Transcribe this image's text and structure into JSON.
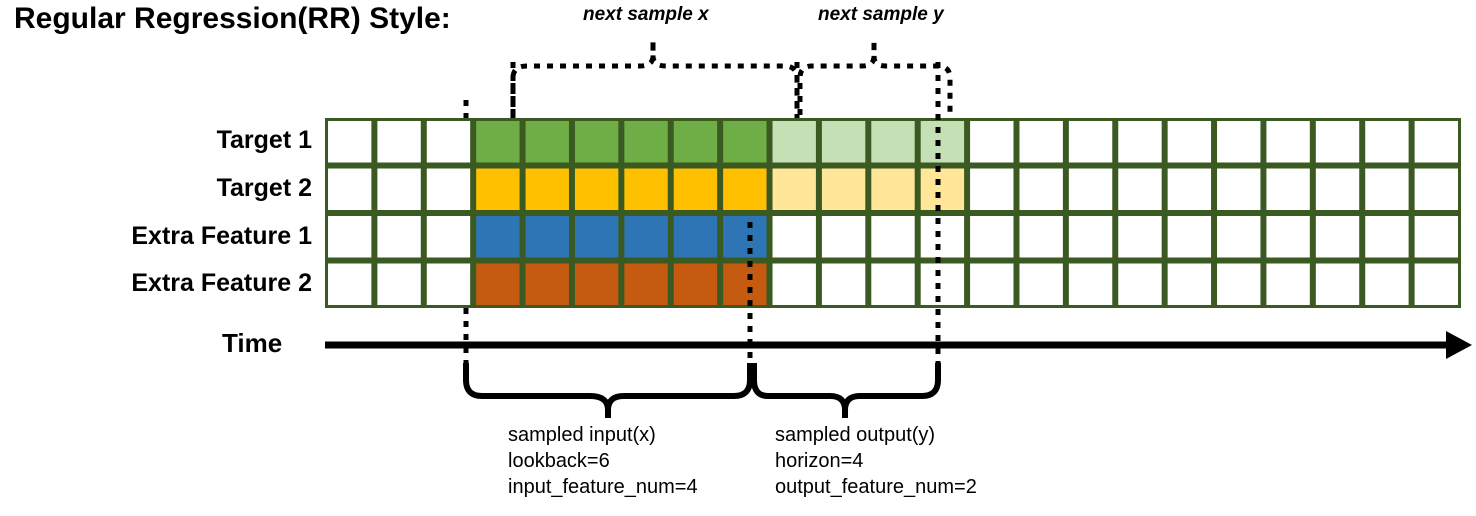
{
  "title": "Regular Regression(RR) Style:",
  "colors": {
    "grid_border": "#3a5a22",
    "target1": "#6fad46",
    "target1_light": "#c5e0b4",
    "target2": "#ffc000",
    "target2_light": "#ffe699",
    "extra1": "#2e75b6",
    "extra2": "#c55a11",
    "empty": "#ffffff",
    "line": "#000000"
  },
  "grid": {
    "columns": 23,
    "rows": [
      {
        "label": "Target 1",
        "cells": [
          "empty",
          "empty",
          "empty",
          "target1",
          "target1",
          "target1",
          "target1",
          "target1",
          "target1",
          "target1_light",
          "target1_light",
          "target1_light",
          "target1_light",
          "empty",
          "empty",
          "empty",
          "empty",
          "empty",
          "empty",
          "empty",
          "empty",
          "empty",
          "empty"
        ]
      },
      {
        "label": "Target 2",
        "cells": [
          "empty",
          "empty",
          "empty",
          "target2",
          "target2",
          "target2",
          "target2",
          "target2",
          "target2",
          "target2_light",
          "target2_light",
          "target2_light",
          "target2_light",
          "empty",
          "empty",
          "empty",
          "empty",
          "empty",
          "empty",
          "empty",
          "empty",
          "empty",
          "empty"
        ]
      },
      {
        "label": "Extra Feature 1",
        "cells": [
          "empty",
          "empty",
          "empty",
          "extra1",
          "extra1",
          "extra1",
          "extra1",
          "extra1",
          "extra1",
          "empty",
          "empty",
          "empty",
          "empty",
          "empty",
          "empty",
          "empty",
          "empty",
          "empty",
          "empty",
          "empty",
          "empty",
          "empty",
          "empty"
        ]
      },
      {
        "label": "Extra Feature 2",
        "cells": [
          "empty",
          "empty",
          "empty",
          "extra2",
          "extra2",
          "extra2",
          "extra2",
          "extra2",
          "extra2",
          "empty",
          "empty",
          "empty",
          "empty",
          "empty",
          "empty",
          "empty",
          "empty",
          "empty",
          "empty",
          "empty",
          "empty",
          "empty",
          "empty"
        ]
      }
    ]
  },
  "axis": {
    "time_label": "Time"
  },
  "top_braces": [
    {
      "label": "next sample x"
    },
    {
      "label": "next sample y"
    }
  ],
  "bottom_annotations": [
    {
      "line1": "sampled input(x)",
      "line2": "lookback=6",
      "line3": "input_feature_num=4"
    },
    {
      "line1": "sampled output(y)",
      "line2": "horizon=4",
      "line3": "output_feature_num=2"
    }
  ]
}
